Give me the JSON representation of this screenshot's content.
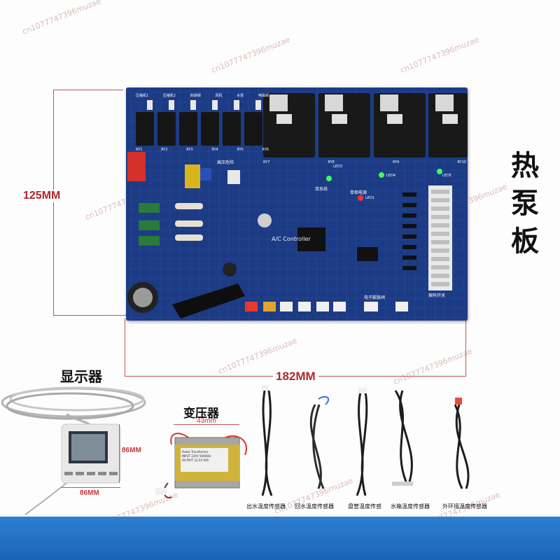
{
  "title_side": [
    "热",
    "泵",
    "板"
  ],
  "dimensions": {
    "height_label": "125MM",
    "width_label": "182MM",
    "display_size": "86MM",
    "display_width": "86MM",
    "transformer_width": "43mm"
  },
  "accessories": {
    "display_label": "显示器",
    "transformer_label": "变压器"
  },
  "sensors": [
    "出水温度传感器",
    "回水温度传感器",
    "盘管温度传感",
    "水箱温度传感器",
    "外环境温度传感器"
  ],
  "board_text": {
    "controller": "A/C Controller",
    "high_voltage": "高压危险",
    "relay_labels": [
      "压缩机1",
      "压缩机2",
      "四通阀",
      "风机",
      "水泵",
      "电磁阀"
    ],
    "ry_labels": [
      "RY1",
      "RY2",
      "RY3",
      "RY4",
      "RY5",
      "RY6"
    ],
    "big_relay_labels": [
      "RY7",
      "RY8",
      "RY9",
      "RY10"
    ],
    "led_labels": [
      "LED3",
      "LED4",
      "LED5",
      "LED1"
    ],
    "power_labels": [
      "双系统",
      "单相电源"
    ],
    "switch_label": "拨码开关",
    "aux_label": "电子膨胀阀"
  },
  "transformer_text": [
    "Power Transformer",
    "INPUT 220V 50/60Hz",
    "OUTPUT 12.5V  6VA"
  ],
  "watermark": "cn1077747396muzae",
  "colors": {
    "board": "#1d3d86",
    "relay_black": "#1a1a1a",
    "band": "#2270c4",
    "dimension": "#b02a2a"
  }
}
